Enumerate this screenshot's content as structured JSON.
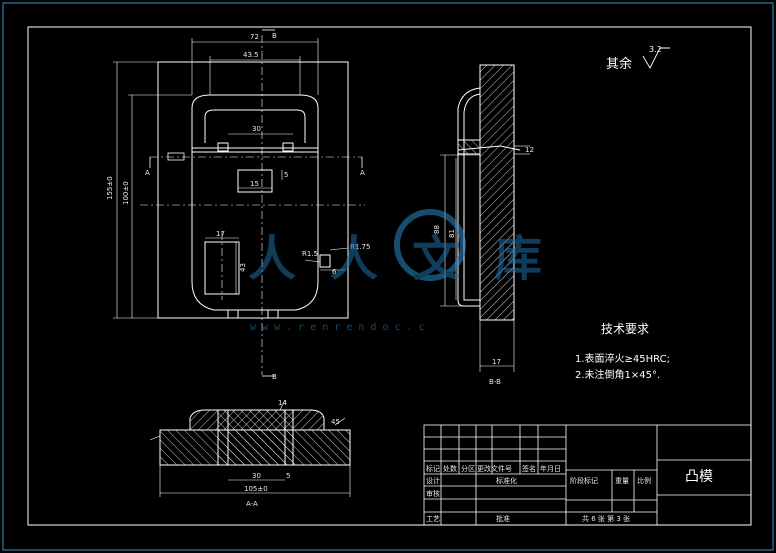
{
  "views": {
    "front": {
      "dims": {
        "d72": "72",
        "d43_5": "43.5",
        "d30": "30",
        "d15": "15",
        "d5": "5",
        "d17": "17",
        "d43": "43",
        "d6": "6",
        "r1_5": "R1.5",
        "r1_75": "R1.75",
        "d155": "155±0",
        "d100": "100±0"
      },
      "section_marks": {
        "a": "A",
        "b": "B"
      }
    },
    "side": {
      "dims": {
        "d88": "88",
        "d81": "81",
        "d17": "17",
        "d12": "12"
      },
      "section_label": "B-B"
    },
    "section_aa": {
      "dims": {
        "d30": "30",
        "d5": "5",
        "d105": "105±0",
        "d14": "14",
        "d45": "45"
      },
      "section_label": "A-A"
    }
  },
  "roughness": {
    "label": "其余",
    "value": "3.2"
  },
  "tech_requirements": {
    "title": "技术要求",
    "items": [
      "1.表面淬火≥45HRC;",
      "2.未注倒角1×45°."
    ]
  },
  "title_block": {
    "part_name": "凸模",
    "header_cells": [
      "标记",
      "处数",
      "分区",
      "更改文件号",
      "签名",
      "年月日"
    ],
    "left_rows": [
      "设计",
      "审核",
      "工艺",
      "标准化"
    ],
    "mid_labels": [
      "阶段标记",
      "重量",
      "比例"
    ],
    "sheet_info": "共 6 张 第 3 张",
    "approve_label": "批准"
  },
  "watermark": {
    "glyphs": "人人文库",
    "url": "w w w . r e n r e n d o c . c"
  }
}
